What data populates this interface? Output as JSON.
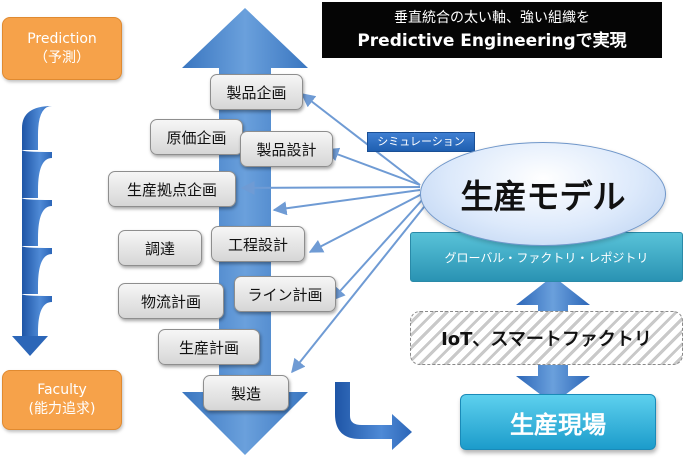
{
  "left_column": {
    "top_label_line1": "Prediction",
    "top_label_line2": "（予測）",
    "bottom_label_line1": "Faculty",
    "bottom_label_line2": "(能力追求)"
  },
  "banner": {
    "line1": "垂直統合の太い軸、強い組織を",
    "line2": "Predictive Engineeringで実現"
  },
  "tasks": {
    "product_planning": "製品企画",
    "cost_planning": "原価企画",
    "product_design": "製品設計",
    "base_planning": "生産拠点企画",
    "procurement": "調達",
    "process_design": "工程設計",
    "logistics_planning": "物流計画",
    "line_planning": "ライン計画",
    "production_planning": "生産計画",
    "manufacturing": "製造"
  },
  "simulation_label": "シミュレーション",
  "model_label": "生産モデル",
  "registry_label": "グローバル・ファクトリ・レポジトリ",
  "iot_label": "IoT、スマートファクトリ",
  "site_label": "生産現場",
  "colors": {
    "axis_arrow": "#4a86cc",
    "curved_arrows": "#2c66b8",
    "orange_box": "#f6a24a",
    "registry": "#2a93b3",
    "site": "#1c9ccb",
    "connector": "#6f9bd4"
  }
}
